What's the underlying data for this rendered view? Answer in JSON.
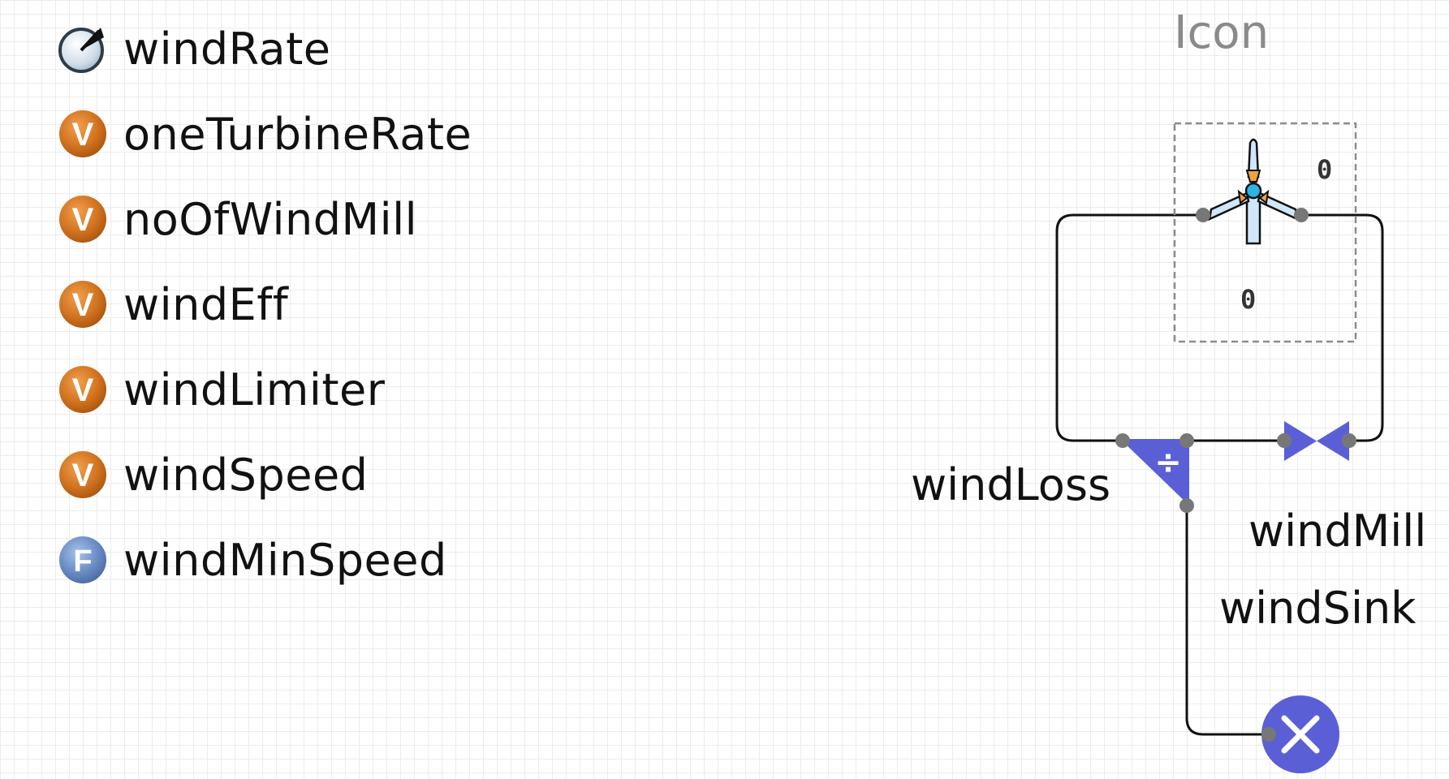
{
  "variables": [
    {
      "name": "windRate",
      "kind": "parameter",
      "badge": ""
    },
    {
      "name": "oneTurbineRate",
      "kind": "variable",
      "badge": "V"
    },
    {
      "name": "noOfWindMill",
      "kind": "variable",
      "badge": "V"
    },
    {
      "name": "windEff",
      "kind": "variable",
      "badge": "V"
    },
    {
      "name": "windLimiter",
      "kind": "variable",
      "badge": "V"
    },
    {
      "name": "windSpeed",
      "kind": "variable",
      "badge": "V"
    },
    {
      "name": "windMinSpeed",
      "kind": "function",
      "badge": "F"
    }
  ],
  "diagram": {
    "icon_title": "Icon",
    "icon_value_top": "0",
    "icon_value_center": "0",
    "blocks": {
      "wind_loss": "windLoss",
      "wind_mill": "windMill",
      "wind_sink": "windSink"
    },
    "wind_loss_symbol": "÷",
    "colors": {
      "block_fill": "#5b5fd6",
      "variable_badge": "#d2731f",
      "function_badge": "#6a8cc4",
      "port": "#777777",
      "connector": "#111111"
    }
  }
}
